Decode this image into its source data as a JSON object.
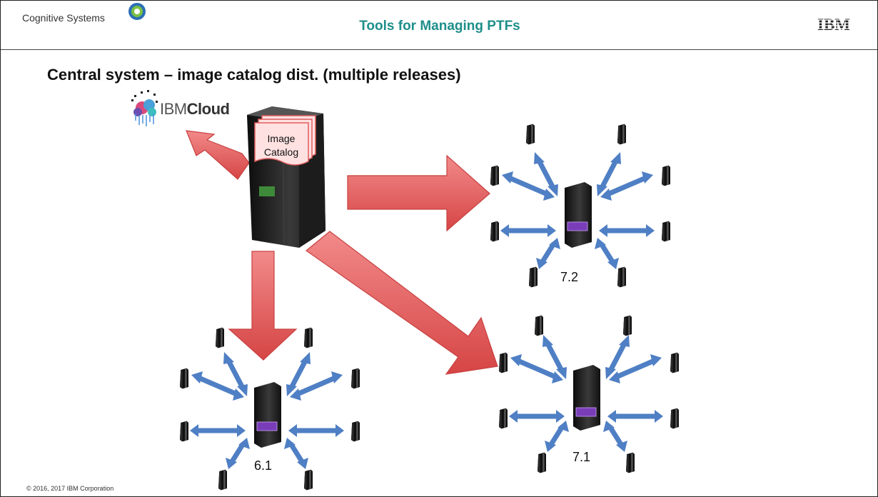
{
  "header": {
    "brand": "Cognitive Systems",
    "title": "Tools for Managing PTFs",
    "logo_text": "IBM"
  },
  "heading": "Central system – image catalog dist. (multiple releases)",
  "cloud": {
    "prefix": "IBM",
    "name": "Cloud"
  },
  "catalog": {
    "line1": "Image",
    "line2": "Catalog"
  },
  "clusters": [
    {
      "version": "7.2"
    },
    {
      "version": "6.1"
    },
    {
      "version": "7.1"
    }
  ],
  "footer": "© 2016, 2017 IBM Corporation",
  "colors": {
    "title": "#1f8f8a",
    "distribution_arrow": "#e86a6a",
    "connection_arrow": "#4f7fc4",
    "server": "#1a1a1a",
    "server_panel": "#7a3db8"
  }
}
